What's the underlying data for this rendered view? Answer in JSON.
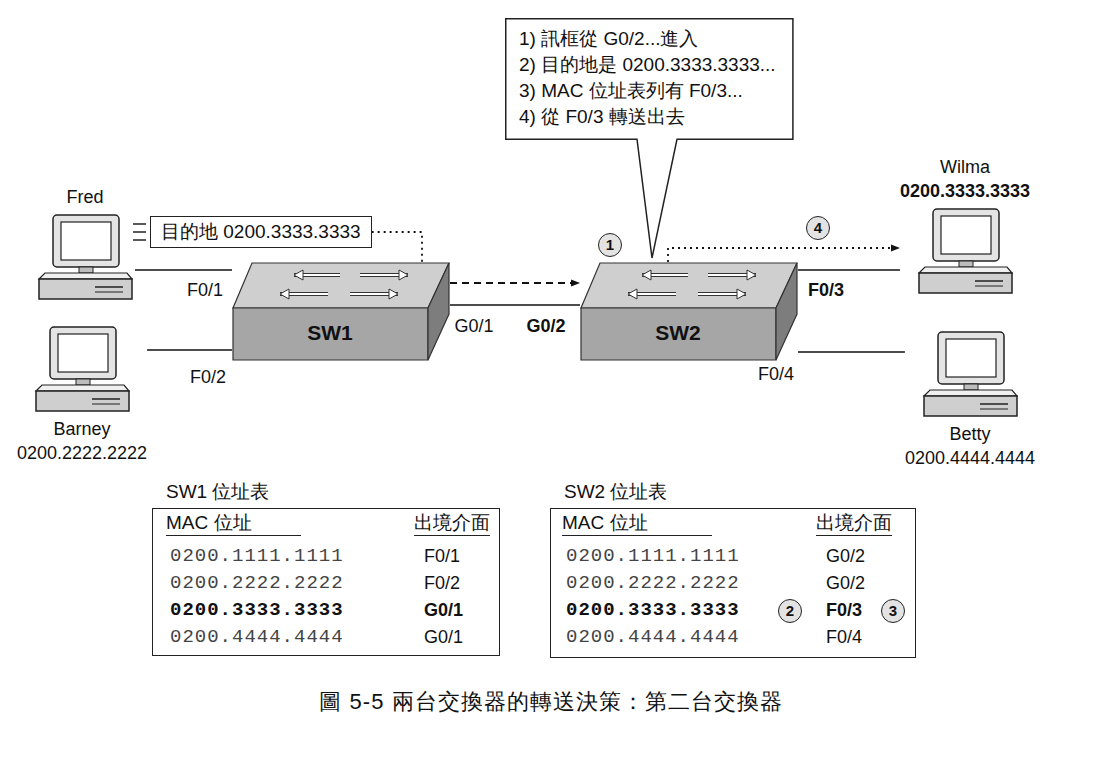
{
  "diagram": {
    "caption": "圖 5-5 兩台交換器的轉送決策：第二台交換器",
    "nodes": [
      {
        "text": [
          "1) 訊框從 G0/2...進入",
          "2) 目的地是 0200.3333.3333...",
          "3) MAC 位址表列有 F0/3...",
          "4) 從 F0/3 轉送出去"
        ]
      },
      {
        "text": [
          "Fred"
        ]
      },
      {
        "text": [
          "目的地 0200.3333.3333"
        ]
      },
      {
        "text": [
          "SW1"
        ]
      },
      {
        "text": [
          "SW2"
        ]
      },
      {
        "text": [
          "Wilma",
          "0200.3333.3333"
        ]
      },
      {
        "text": [
          "Barney",
          "0200.2222.2222"
        ]
      },
      {
        "text": [
          "Betty",
          "0200.4444.4444"
        ]
      },
      {
        "text": [
          "SW1 位址表",
          "MAC 位址",
          "出境介面",
          "0200.1111.1111",
          "F0/1",
          "0200.2222.2222",
          "F0/2",
          "0200.3333.3333",
          "G0/1",
          "0200.4444.4444",
          "G0/1"
        ]
      },
      {
        "text": [
          "SW2 位址表",
          "MAC 位址",
          "出境介面",
          "0200.1111.1111",
          "G0/2",
          "0200.2222.2222",
          "G0/2",
          "0200.3333.3333",
          "F0/3",
          "0200.4444.4444",
          "F0/4"
        ]
      }
    ],
    "edges": [
      {
        "from": 1,
        "to": 3,
        "arrow": "none"
      },
      {
        "from": 6,
        "to": 3,
        "arrow": "none"
      },
      {
        "from": 3,
        "to": 4,
        "arrow": "none"
      },
      {
        "from": 4,
        "to": 5,
        "arrow": "none"
      },
      {
        "from": 4,
        "to": 7,
        "arrow": "none"
      },
      {
        "from": 2,
        "to": 3,
        "arrow": "none"
      },
      {
        "from": 3,
        "to": 4,
        "arrow": "to"
      },
      {
        "from": 4,
        "to": 5,
        "arrow": "to"
      }
    ],
    "labels": [
      "1",
      "4",
      "2",
      "3",
      "F0/1",
      "F0/2",
      "G0/1",
      "G0/2",
      "F0/3",
      "F0/4"
    ]
  }
}
